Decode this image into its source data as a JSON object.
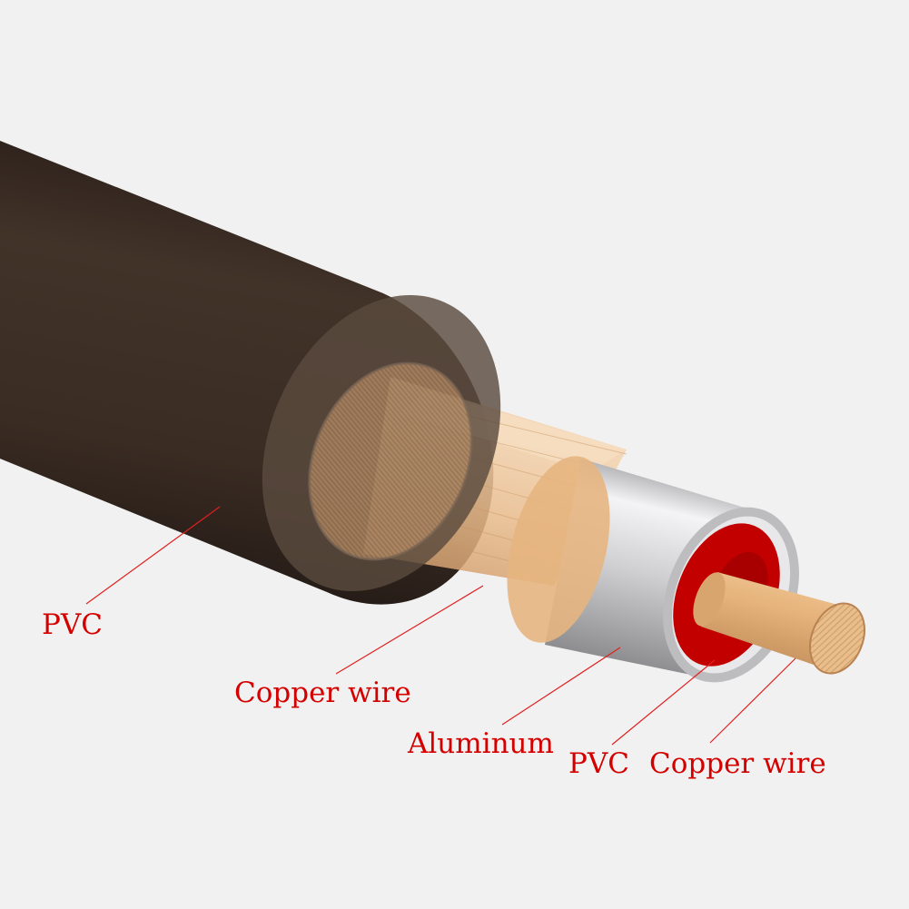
{
  "labels": {
    "outer_jacket": "PVC",
    "braid": "Copper wire",
    "shield": "Aluminum",
    "dielectric": "PVC",
    "core": "Copper wire"
  },
  "colors": {
    "background": "#f1f1f1",
    "label_text": "#d40000",
    "leader_line": "#e02020",
    "jacket": "#3d2e25",
    "braid": "#e7b98a",
    "shield": "#d2d2d4",
    "dielectric": "#c80000",
    "core": "#e2b27a"
  }
}
